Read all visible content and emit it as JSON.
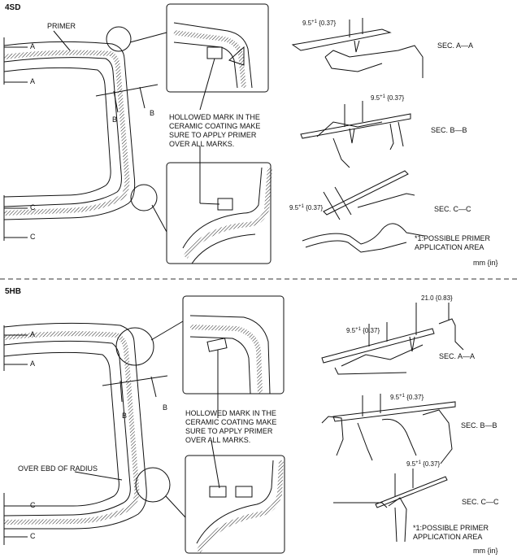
{
  "sections": {
    "top": {
      "heading": "4SD",
      "primer_label": "PRIMER",
      "cut_a_top": "A",
      "cut_a_bottom": "A",
      "cut_b_left": "B",
      "cut_b_right": "B",
      "cut_c_top": "C",
      "cut_c_bottom": "C",
      "note_lines": [
        "HOLLOWED MARK IN THE",
        "CERAMIC COATING MAKE",
        "SURE TO APPLY PRIMER",
        "OVER ALL MARKS."
      ],
      "dim_a": {
        "base": "9.5",
        "sup": "+1",
        "paren": "{0.37}"
      },
      "dim_b": {
        "base": "9.5",
        "sup": "+1",
        "paren": "{0.37}"
      },
      "dim_c": {
        "base": "9.5",
        "sup": "+1",
        "paren": "{0.37}"
      },
      "sec_a": "SEC. A—A",
      "sec_b": "SEC. B—B",
      "sec_c": "SEC. C—C",
      "footnote_lines": [
        "*1:POSSIBLE PRIMER",
        "APPLICATION AREA"
      ],
      "units": "mm {in}"
    },
    "bottom": {
      "heading": "5HB",
      "cut_a_top": "A",
      "cut_a_bottom": "A",
      "cut_b_left": "B",
      "cut_b_right": "B",
      "cut_c_top": "C",
      "cut_c_bottom": "C",
      "radius_label": "OVER EBD OF RADIUS",
      "note_lines": [
        "HOLLOWED MARK IN THE",
        "CERAMIC COATING MAKE",
        "SURE TO APPLY PRIMER",
        "OVER ALL MARKS."
      ],
      "dim_top": "21.0 {0.83}",
      "dim_a": {
        "base": "9.5",
        "sup": "+1",
        "paren": "{0.37}"
      },
      "dim_b": {
        "base": "9.5",
        "sup": "+1",
        "paren": "{0.37}"
      },
      "dim_c": {
        "base": "9.5",
        "sup": "+1",
        "paren": "{0.37}"
      },
      "sec_a": "SEC. A—A",
      "sec_b": "SEC. B—B",
      "sec_c": "SEC. C—C",
      "footnote_lines": [
        "*1:POSSIBLE PRIMER",
        "APPLICATION AREA"
      ],
      "units": "mm {in}"
    }
  },
  "colors": {
    "line": "#111111",
    "divider": "#333333",
    "hatch": "#222222"
  }
}
